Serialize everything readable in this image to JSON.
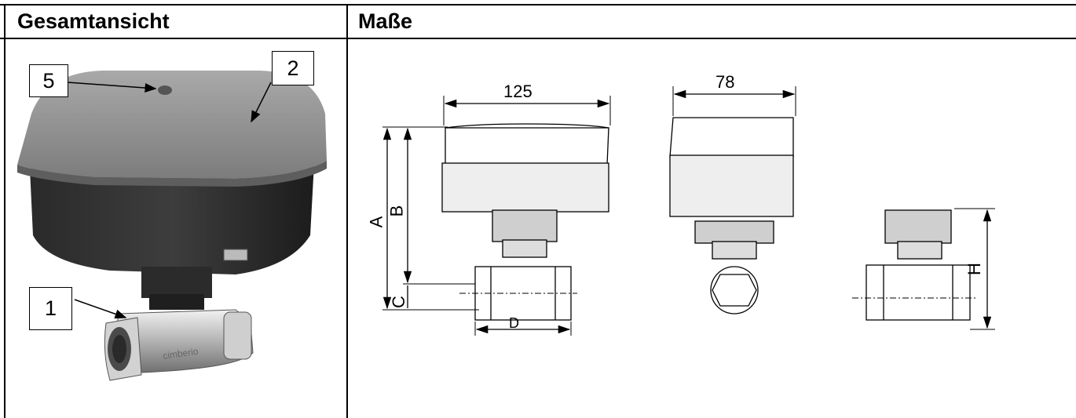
{
  "table": {
    "col1_header": "Gesamtansicht",
    "col2_header": "Maße"
  },
  "overview": {
    "callouts": [
      {
        "label": "5",
        "icon": "arrow-icon"
      },
      {
        "label": "2",
        "icon": "arrow-icon"
      },
      {
        "label": "1",
        "icon": "arrow-icon"
      }
    ],
    "valve_marking": "cimberio"
  },
  "dimensions": {
    "width_front": "125",
    "width_side": "78",
    "label_a": "A",
    "label_b": "B",
    "label_c": "C",
    "label_d": "D",
    "label_h": "H"
  }
}
